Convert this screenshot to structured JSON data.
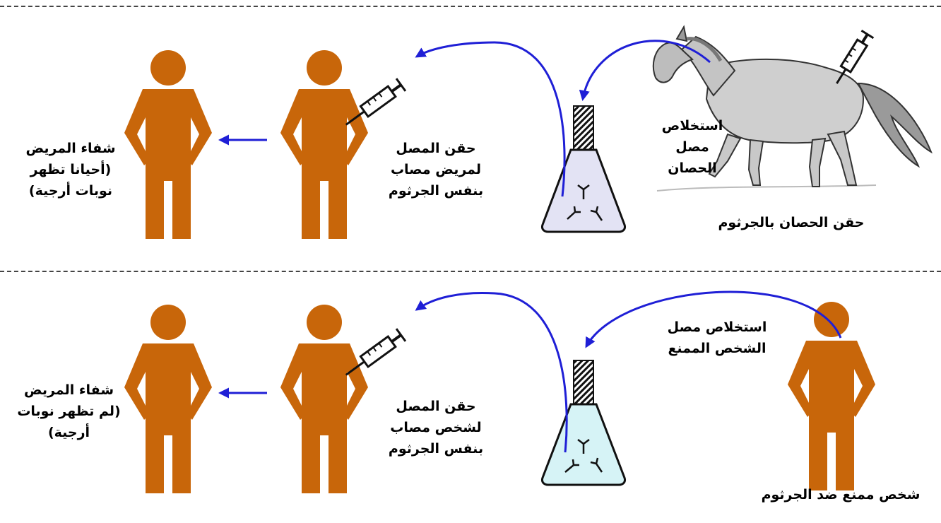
{
  "colors": {
    "person": "#c8660a",
    "arrow": "#1f1fd6",
    "flask_top": "#e3e3f4",
    "flask_bottom": "#d6f3f6",
    "divider": "#444444"
  },
  "icons": [
    "horse-illustration",
    "person-icon",
    "syringe-icon",
    "flask-icon",
    "antibody-icon",
    "arrow-left-icon",
    "curved-arrow"
  ],
  "top_row": {
    "horse_label": "حقن الحصان بالجرثوم",
    "extract_lines": [
      "استخلاص",
      "مصل",
      "الحصان"
    ],
    "inject_lines": [
      "حقن المصل",
      "لمريض مصاب",
      "بنفس الجرثوم"
    ],
    "cure_lines": [
      "شفاء المريض",
      "(أحيانا تظهر",
      "نوبات أرجية)"
    ]
  },
  "bottom_row": {
    "donor_label": "شخص ممنع ضد الجرثوم",
    "extract_lines": [
      "استخلاص مصل",
      "الشخص الممنع"
    ],
    "inject_lines": [
      "حقن المصل",
      "لشخص مصاب",
      "بنفس الجرثوم"
    ],
    "cure_lines": [
      "شفاء المريض",
      "(لم تظهر نوبات",
      "أرجية)"
    ]
  }
}
